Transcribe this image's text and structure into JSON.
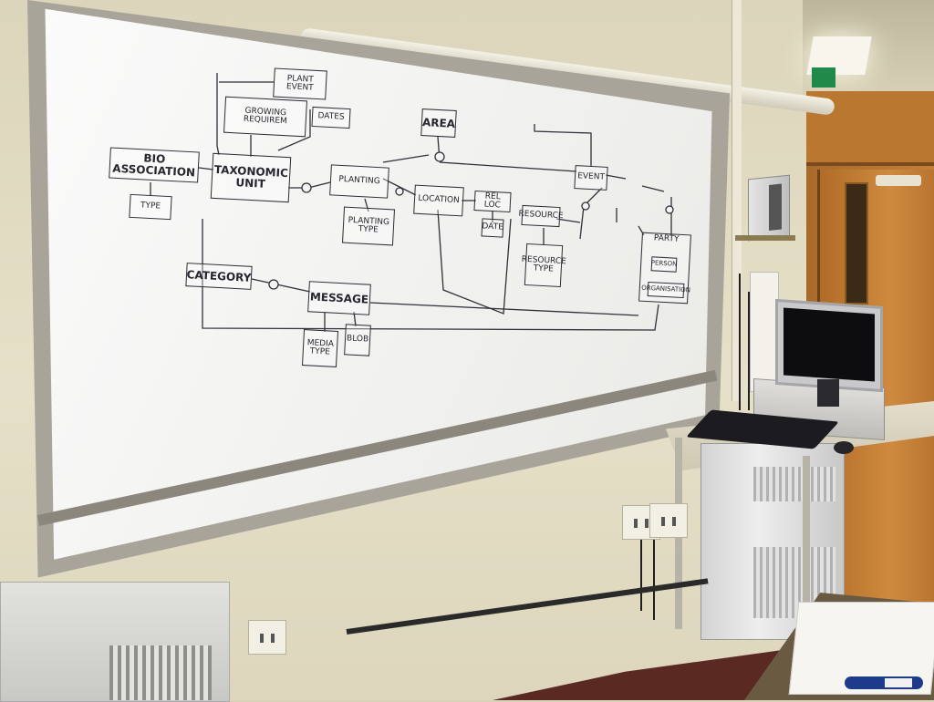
{
  "scene": {
    "description_free": true
  },
  "whiteboard": {
    "nodes": {
      "plant_event": "PLANT EVENT",
      "growing_requirem": "GROWING REQUIREM",
      "dates": "DATES",
      "bio_association": "BIO ASSOCIATION",
      "taxonomic_unit": "TAXONOMIC UNIT",
      "type": "TYPE",
      "planting": "PLANTING",
      "planting_type": "PLANTING TYPE",
      "area": "AREA",
      "location": "LOCATION",
      "rel_loc": "REL LOC",
      "date": "DATE",
      "event": "EVENT",
      "resource": "RESOURCE",
      "resource_type": "RESOURCE TYPE",
      "party": "PARTY",
      "person": "PERSON",
      "organisation": "ORGANISATION",
      "category": "CATEGORY",
      "message": "MESSAGE",
      "media_type": "MEDIA TYPE",
      "blob": "BLOB"
    }
  }
}
